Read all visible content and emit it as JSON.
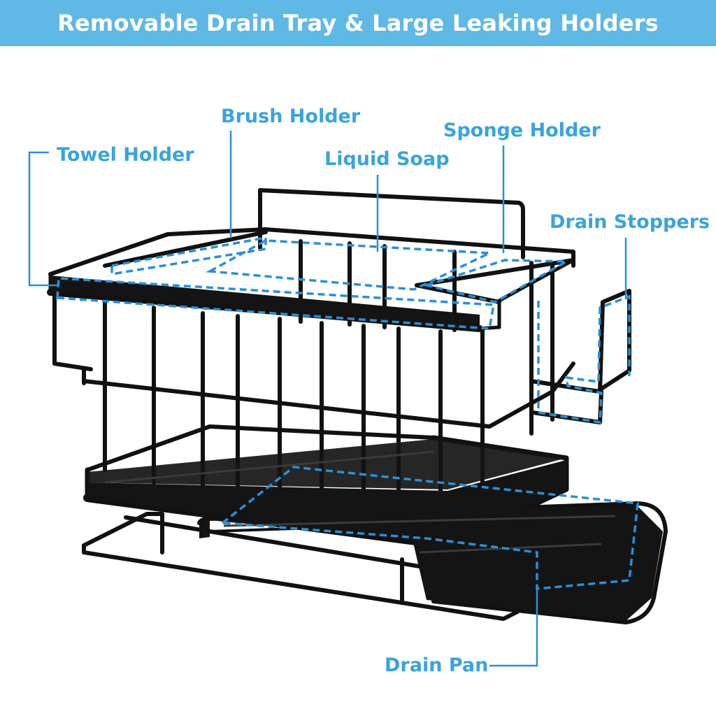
{
  "header": {
    "title": "Removable Drain Tray & Large Leaking Holders"
  },
  "callouts": {
    "brush_holder": "Brush Holder",
    "sponge_holder": "Sponge Holder",
    "towel_holder": "Towel Holder",
    "liquid_soap": "Liquid Soap",
    "drain_stoppers": "Drain Stoppers",
    "drain_pan": "Drain Pan"
  },
  "colors": {
    "banner": "#5fb8e6",
    "callout_text": "#3aa3dc",
    "rack": "#111111"
  }
}
